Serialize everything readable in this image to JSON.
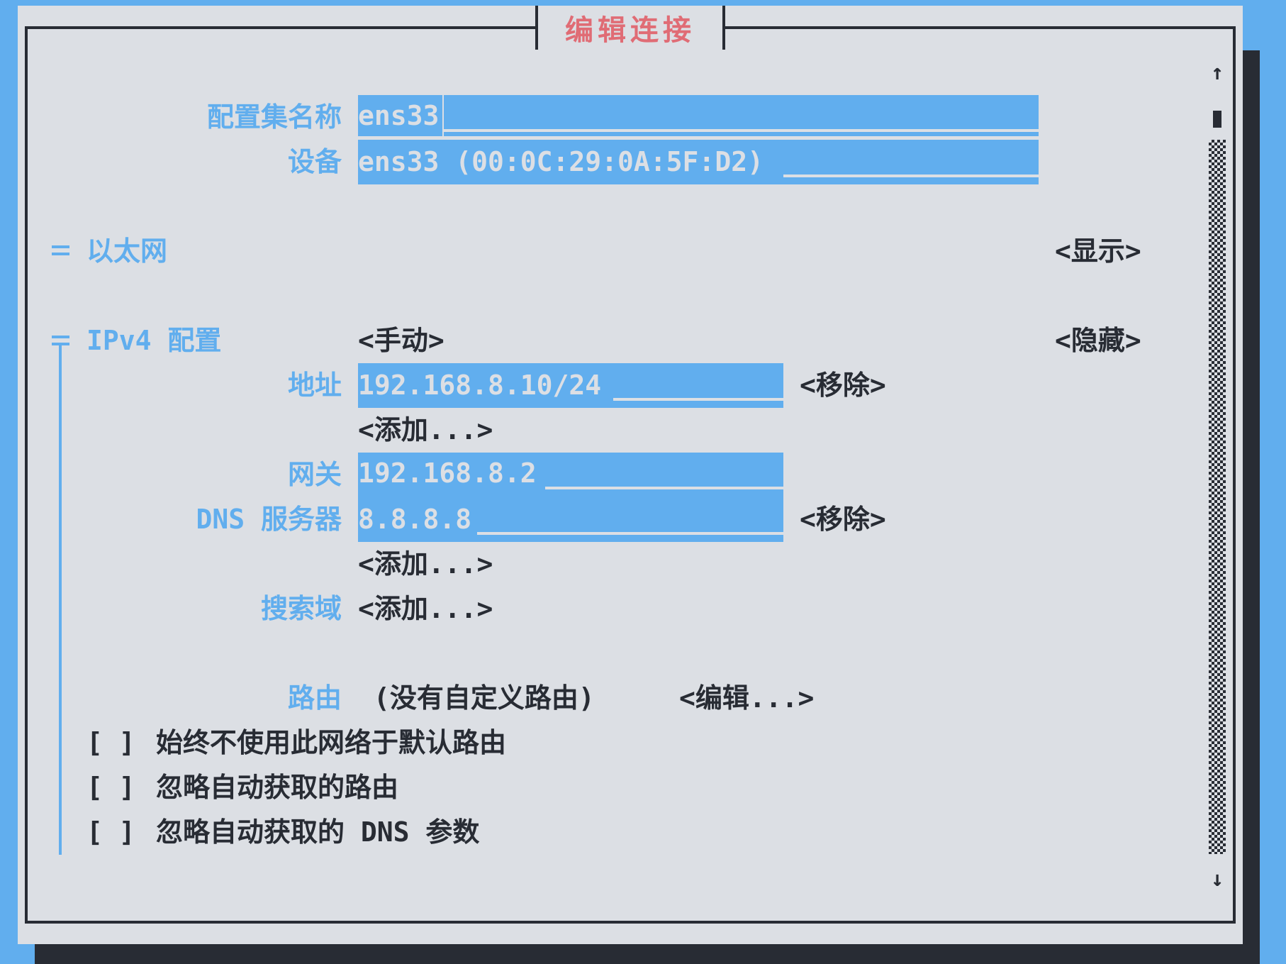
{
  "dialog": {
    "title": "编辑连接",
    "title_color": "#e06c75",
    "accent_color": "#61aeee",
    "background_color": "#dcdfe4",
    "text_color": "#282c34"
  },
  "profile": {
    "name_label": "配置集名称",
    "name_value": "ens33",
    "device_label": "设备",
    "device_value": "ens33 (00:0C:29:0A:5F:D2)"
  },
  "ethernet": {
    "marker": "=",
    "label": "以太网",
    "toggle_label": "<显示>"
  },
  "ipv4": {
    "marker": "╤",
    "label": "IPv4 配置",
    "method_label": "<手动>",
    "toggle_label": "<隐藏>",
    "address_label": "地址",
    "address_value": "192.168.8.10/24",
    "address_remove": "<移除>",
    "address_add": "<添加...>",
    "gateway_label": "网关",
    "gateway_value": "192.168.8.2",
    "dns_label": "DNS 服务器",
    "dns_value": "8.8.8.8",
    "dns_remove": "<移除>",
    "dns_add": "<添加...>",
    "search_label": "搜索域",
    "search_add": "<添加...>",
    "routing_label": "路由",
    "routing_value": "(没有自定义路由)",
    "routing_edit": "<编辑...>",
    "checkboxes": [
      {
        "box": "[ ]",
        "label": "始终不使用此网络于默认路由",
        "checked": false
      },
      {
        "box": "[ ]",
        "label": "忽略自动获取的路由",
        "checked": false
      },
      {
        "box": "[ ]",
        "label": "忽略自动获取的 DNS 参数",
        "checked": false
      }
    ]
  },
  "scrollbar": {
    "up_icon": "↑",
    "down_icon": "↓"
  }
}
